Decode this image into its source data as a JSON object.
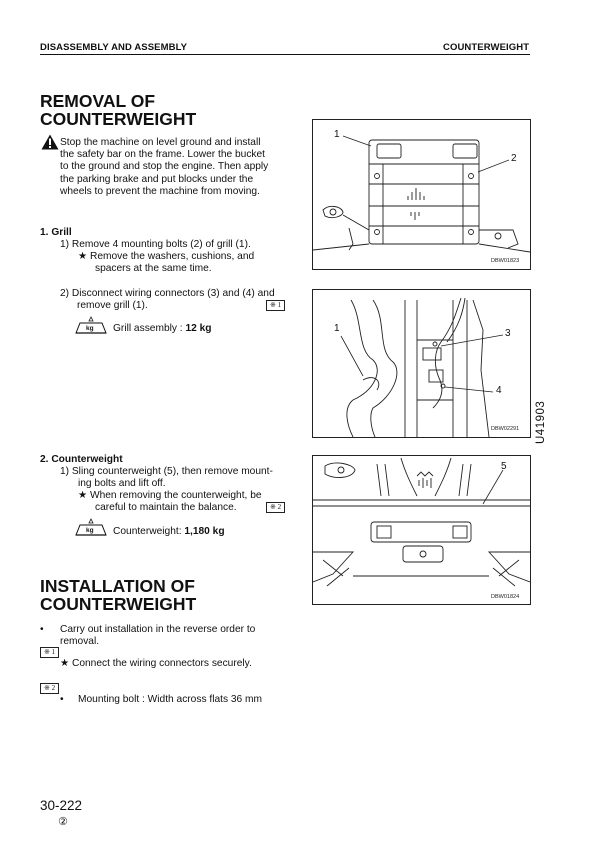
{
  "header": {
    "left": "DISASSEMBLY AND ASSEMBLY",
    "right": "COUNTERWEIGHT"
  },
  "removal": {
    "title_line1": "REMOVAL OF",
    "title_line2": "COUNTERWEIGHT",
    "warning_lines": [
      "Stop the machine on level ground and install",
      "the safety bar on the frame.  Lower the bucket",
      "to the ground and stop the engine.  Then apply",
      "the parking brake and put blocks under the",
      "wheels to prevent the machine from moving."
    ],
    "step1": {
      "title": "1.  Grill",
      "sub1_lines": [
        "1)  Remove 4 mounting bolts (2) of grill (1)."
      ],
      "star1_lines": [
        "★  Remove the washers, cushions, and",
        "spacers at the same time."
      ],
      "sub2_lines": [
        "2)  Disconnect wiring connectors (3) and (4) and",
        "remove grill (1)."
      ],
      "sub2_ref": "※ 1",
      "weight_label": "Grill assembly : ",
      "weight_value": "12 kg"
    },
    "step2": {
      "title": "2.  Counterweight",
      "sub1_lines": [
        "1)  Sling counterweight (5), then remove mount-",
        "ing bolts and lift off."
      ],
      "star1_lines": [
        "★  When removing the counterweight, be",
        "careful to maintain the balance."
      ],
      "star1_ref": "※ 2",
      "weight_label": "Counterweight: ",
      "weight_value": "1,180 kg"
    }
  },
  "installation": {
    "title_line1": "INSTALLATION OF",
    "title_line2": "COUNTERWEIGHT",
    "bullet1_lines": [
      "Carry out installation in the reverse order to",
      "removal."
    ],
    "ref1": "※ 1",
    "ref1_note": "★  Connect the wiring connectors securely.",
    "ref2": "※ 2",
    "ref2_note": "Mounting bolt : Width across flats 36 mm"
  },
  "figures": {
    "fig1": {
      "code": "DBW01823",
      "callouts": [
        "1",
        "2"
      ]
    },
    "fig2": {
      "code": "DBW02291",
      "callouts": [
        "1",
        "3",
        "4"
      ]
    },
    "fig3": {
      "code": "DBW01824",
      "callouts": [
        "5"
      ]
    }
  },
  "kg_icon_text": "kg",
  "side_code": "U41903",
  "footer": {
    "page": "30-222",
    "revision": "②"
  }
}
